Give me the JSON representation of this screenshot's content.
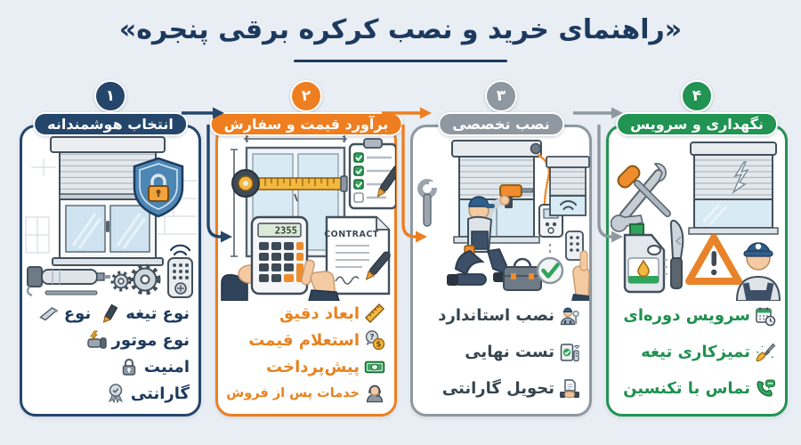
{
  "title": "«راهنمای خرید و نصب کرکره برقی پنجره»",
  "background_color": "#e9eef4",
  "title_color": "#1d3a5e",
  "steps": [
    {
      "number": "۱",
      "header": "انتخاب هوشمندانه",
      "color": "#24466b",
      "text_color": "#1e3a5c",
      "rows": [
        [
          {
            "icon": "pen-icon",
            "label": "نوع تیغه"
          },
          {
            "icon": "blade-icon",
            "label": "نوع"
          }
        ],
        [
          {
            "icon": "motor-icon",
            "label": "نوع موتور"
          }
        ],
        [
          {
            "icon": "lock-icon",
            "label": "امنیت"
          }
        ],
        [
          {
            "icon": "medal-icon",
            "label": "گارانتی"
          }
        ]
      ]
    },
    {
      "number": "۲",
      "header": "برآورد قیمت و سفارش",
      "color": "#ee7e20",
      "text_color": "#e8821e",
      "calculator_display": "2355",
      "contract_label": "CONTRACT",
      "rows": [
        [
          {
            "icon": "ruler-icon",
            "label": "ابعاد دقیق"
          }
        ],
        [
          {
            "icon": "price-question-icon",
            "label": "استعلام قیمت"
          }
        ],
        [
          {
            "icon": "banknote-icon",
            "label": "پیش‌پرداخت"
          }
        ],
        [
          {
            "icon": "support-agent-icon",
            "label": "خدمات پس از فروش",
            "small": true
          }
        ]
      ]
    },
    {
      "number": "۳",
      "header": "نصب تخصصی",
      "color": "#8f98a0",
      "text_color": "#36454f",
      "rows": [
        [
          {
            "icon": "technician-icon",
            "label": "نصب استاندارد"
          }
        ],
        [
          {
            "icon": "device-check-icon",
            "label": "تست نهایی"
          }
        ],
        [
          {
            "icon": "handshake-doc-icon",
            "label": "تحویل گارانتی"
          }
        ]
      ]
    },
    {
      "number": "۴",
      "header": "نگهداری و سرویس",
      "color": "#219353",
      "text_color": "#1f9150",
      "rows": [
        [
          {
            "icon": "calendar-clock-icon",
            "label": "سرویس دوره‌ای"
          }
        ],
        [
          {
            "icon": "brush-icon",
            "label": "تمیزکاری تیغه"
          }
        ],
        [
          {
            "icon": "phone-chat-icon",
            "label": "تماس با تکنسین"
          }
        ]
      ]
    }
  ]
}
